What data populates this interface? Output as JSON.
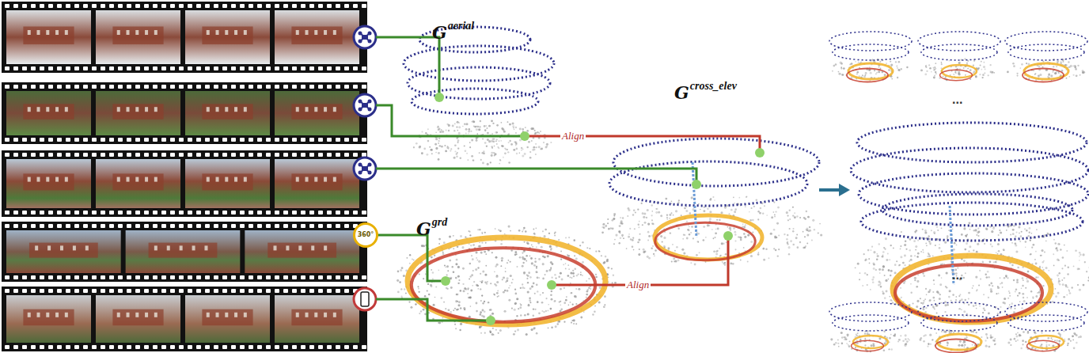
{
  "diagram": {
    "nodes": [
      {
        "text": [
          "360°"
        ]
      }
    ],
    "labels": [
      "G",
      "aerial",
      "Align",
      "G",
      "cross_elev",
      "G",
      "grd",
      "Align",
      "...",
      "..."
    ]
  }
}
